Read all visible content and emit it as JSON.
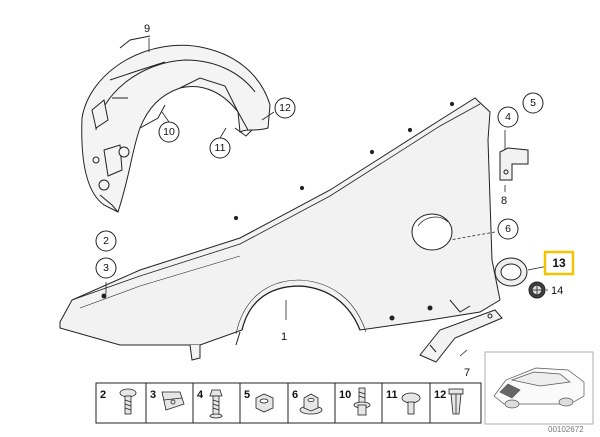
{
  "callouts": {
    "c2": "2",
    "c3": "3",
    "c4": "4",
    "c5": "5",
    "c6": "6",
    "c7": "7",
    "c8": "8",
    "c9": "9",
    "c10": "10",
    "c11": "11",
    "c12": "12",
    "c13": "13",
    "c14": "14",
    "c1": "1"
  },
  "strip": {
    "items": [
      "2",
      "3",
      "4",
      "5",
      "6",
      "10",
      "11",
      "12"
    ]
  },
  "reference": "00102672",
  "colors": {
    "line": "#222222",
    "fill": "#f2f2f2",
    "highlight": "#f5c400"
  }
}
